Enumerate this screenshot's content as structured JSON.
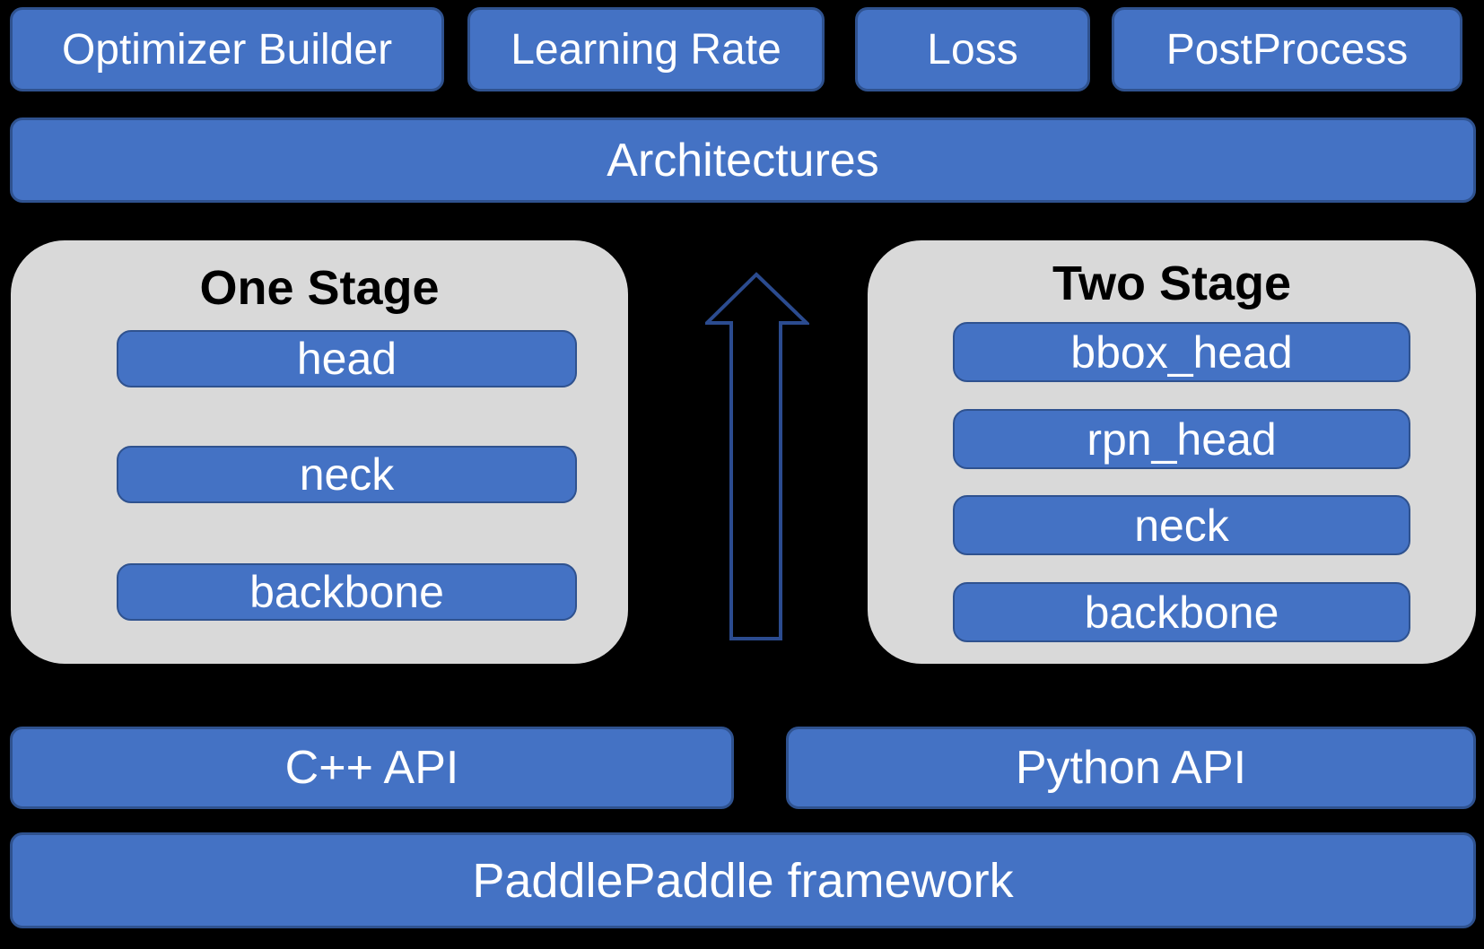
{
  "colors": {
    "background": "#000000",
    "box_fill": "#4472C4",
    "box_border": "#2F528F",
    "panel_fill": "#D9D9D9",
    "arrow_stroke": "#2B4B8F",
    "text_light": "#FFFFFF",
    "text_dark": "#000000"
  },
  "top_row": [
    {
      "label": "Optimizer Builder"
    },
    {
      "label": "Learning Rate"
    },
    {
      "label": "Loss"
    },
    {
      "label": "PostProcess"
    }
  ],
  "architectures": {
    "label": "Architectures"
  },
  "stages": [
    {
      "title": "One Stage",
      "components": [
        "head",
        "neck",
        "backbone"
      ]
    },
    {
      "title": "Two Stage",
      "components": [
        "bbox_head",
        "rpn_head",
        "neck",
        "backbone"
      ]
    }
  ],
  "arrow": {
    "meaning": "stages build on framework APIs",
    "direction": "up"
  },
  "api_row": [
    {
      "label": "C++ API"
    },
    {
      "label": "Python API"
    }
  ],
  "framework": {
    "label": "PaddlePaddle framework"
  }
}
